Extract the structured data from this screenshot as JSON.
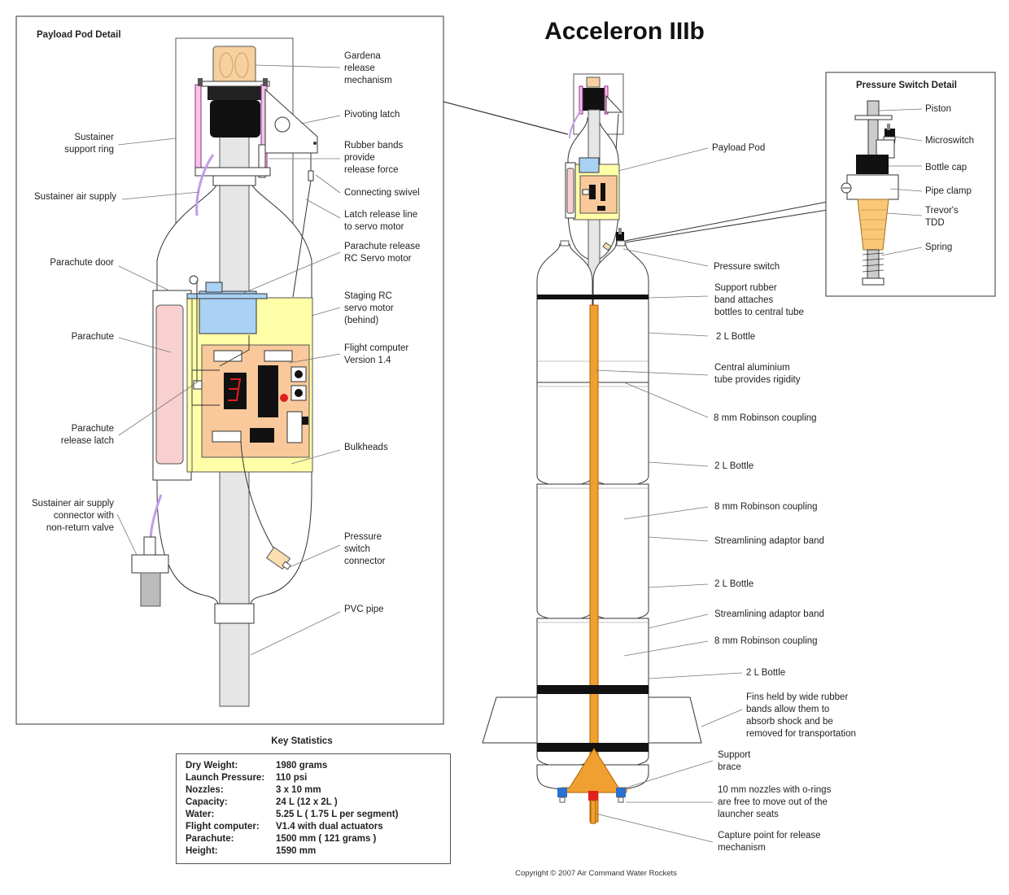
{
  "title": "Acceleron IIIb",
  "payload_panel": {
    "heading": "Payload Pod Detail",
    "labels": {
      "gardena": "Gardena\nrelease\nmechanism",
      "pivoting_latch": "Pivoting latch",
      "sustainer_support_ring": "Sustainer\nsupport ring",
      "rubber_bands": "Rubber bands\nprovide\nrelease force",
      "connecting_swivel": "Connecting swivel",
      "sustainer_air_supply": "Sustainer air supply",
      "latch_release_line": "Latch release line\nto servo motor",
      "parachute_door": "Parachute door",
      "parachute_release_servo": "Parachute release\nRC Servo motor",
      "staging_servo": "Staging RC\nservo motor\n(behind)",
      "parachute": "Parachute",
      "flight_computer": "Flight computer\nVersion 1.4",
      "parachute_release_latch": "Parachute\nrelease latch",
      "bulkheads": "Bulkheads",
      "air_supply_connector": "Sustainer air supply\nconnector with\nnon-return valve",
      "pressure_switch_connector": "Pressure\nswitch\nconnector",
      "pvc_pipe": "PVC pipe"
    }
  },
  "pressure_switch_panel": {
    "heading": "Pressure Switch Detail",
    "labels": {
      "piston": "Piston",
      "microswitch": "Microswitch",
      "bottle_cap": "Bottle cap",
      "pipe_clamp": "Pipe clamp",
      "trevors_tdd": "Trevor's\nTDD",
      "spring": "Spring"
    }
  },
  "rocket_labels": {
    "payload_pod": "Payload Pod",
    "pressure_switch": "Pressure switch",
    "support_rubber_band": "Support rubber\nband attaches\nbottles to central tube",
    "bottle_1": "2 L Bottle",
    "central_tube": "Central aluminium\ntube provides rigidity",
    "coupling_1": "8 mm Robinson coupling",
    "bottle_2": "2 L Bottle",
    "coupling_2": "8 mm Robinson coupling",
    "adaptor_band_1": "Streamlining adaptor band",
    "bottle_3": "2 L Bottle",
    "adaptor_band_2": "Streamlining adaptor band",
    "coupling_3": "8 mm Robinson coupling",
    "bottle_4": "2 L Bottle",
    "fins": "Fins held by wide rubber\nbands allow them to\nabsorb shock and be\nremoved for transportation",
    "support_brace": "Support\nbrace",
    "nozzles": "10 mm nozzles with o-rings\nare free to move out of the\nlauncher seats",
    "capture_point": "Capture point for release\nmechanism"
  },
  "key_statistics": {
    "heading": "Key Statistics",
    "rows": [
      {
        "label": "Dry Weight:",
        "value": "1980 grams"
      },
      {
        "label": "Launch Pressure:",
        "value": "110 psi"
      },
      {
        "label": "Nozzles:",
        "value": "3 x 10 mm"
      },
      {
        "label": "Capacity:",
        "value": "24 L  (12 x 2L )"
      },
      {
        "label": "Water:",
        "value": "5.25 L ( 1.75 L per segment)"
      },
      {
        "label": "Flight computer:",
        "value": "V1.4 with dual actuators"
      },
      {
        "label": "Parachute:",
        "value": "1500 mm ( 121 grams )"
      },
      {
        "label": "Height:",
        "value": "1590 mm"
      }
    ]
  },
  "copyright": "Copyright © 2007 Air Command Water Rockets",
  "colors": {
    "tube_grey": "#e6e6e6",
    "pod_yellow": "#ffffa8",
    "board_orange": "#f9c99c",
    "servo_blue": "#a9d2f4",
    "parachute_pink": "#f8d0d0",
    "gardena_tan": "#f7d0a0",
    "central_rod_orange": "#f0a030",
    "air_line_purple": "#c39be8",
    "nozzle_blue": "#2a70d0"
  }
}
